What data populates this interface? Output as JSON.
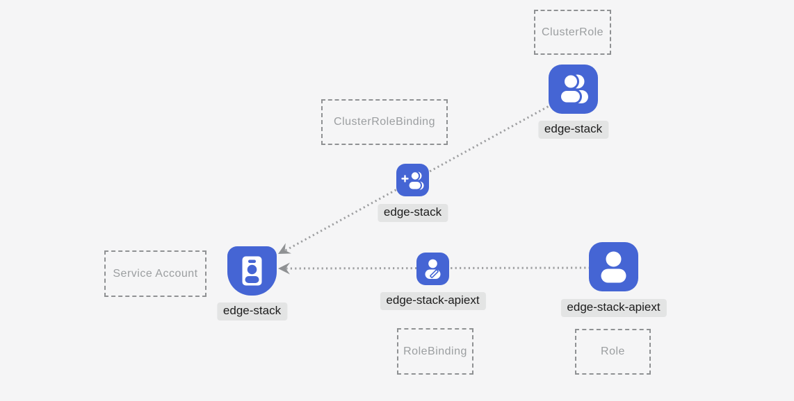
{
  "diagram": {
    "background": "#f5f5f6",
    "accent_blue": "#4565d4",
    "line_color": "#9e9fa1",
    "label_bg": "#e3e4e4",
    "box_border": "#8f9193",
    "kinds": [
      {
        "label": "ClusterRole"
      },
      {
        "label": "ClusterRoleBinding"
      },
      {
        "label": "Service Account"
      },
      {
        "label": "RoleBinding"
      },
      {
        "label": "Role"
      }
    ],
    "nodes": [
      {
        "kind": "ClusterRole",
        "label": "edge-stack",
        "icon": "users-icon"
      },
      {
        "kind": "ClusterRoleBinding",
        "label": "edge-stack",
        "icon": "user-add-icon"
      },
      {
        "kind": "ServiceAccount",
        "label": "edge-stack",
        "icon": "id-badge-icon"
      },
      {
        "kind": "RoleBinding",
        "label": "edge-stack-apiext",
        "icon": "user-edit-icon"
      },
      {
        "kind": "Role",
        "label": "edge-stack-apiext",
        "icon": "user-icon"
      }
    ],
    "edges": [
      {
        "from": "edge-stack (ClusterRole)",
        "through": "edge-stack (ClusterRoleBinding)",
        "to": "edge-stack (ServiceAccount)",
        "style": "dotted-arrow"
      },
      {
        "from": "edge-stack-apiext (Role)",
        "through": "edge-stack-apiext (RoleBinding)",
        "to": "edge-stack (ServiceAccount)",
        "style": "dotted-arrow"
      }
    ]
  }
}
